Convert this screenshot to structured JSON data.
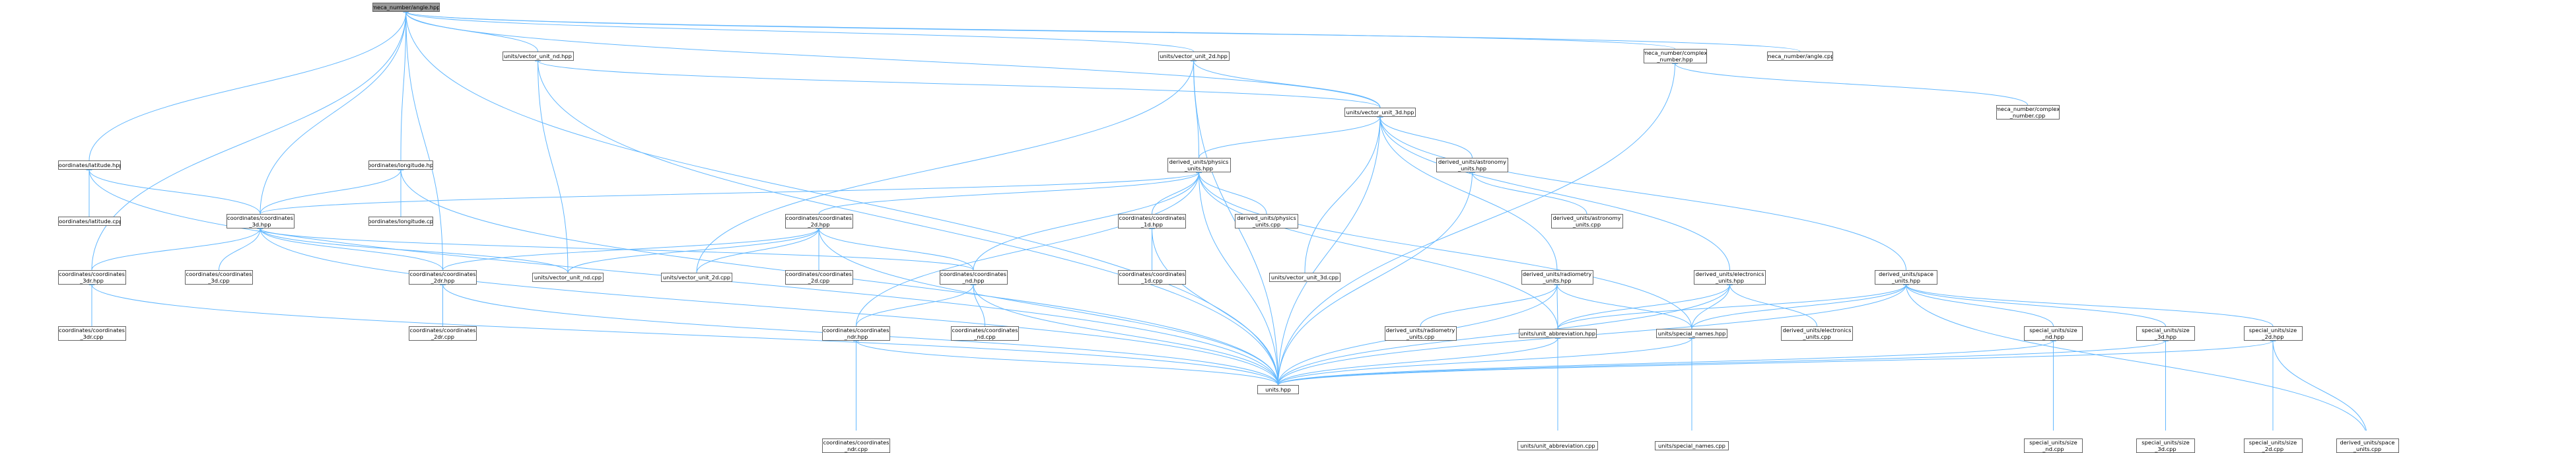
{
  "colors": {
    "edge": "#63b8ff",
    "root_fill": "#999999",
    "border": "#666666"
  },
  "nodes": {
    "root": "meca_number/angle.hpp",
    "vec_nd": "units/vector_unit_nd.hpp",
    "vec_2d": "units/vector_unit_2d.hpp",
    "complex": "meca_number/complex\n_number.hpp",
    "angle_cpp": "meca_number/angle.cpp",
    "vec_3d": "units/vector_unit_3d.hpp",
    "complex_cpp": "meca_number/complex\n_number.cpp",
    "latitude": "coordinates/latitude.hpp",
    "longitude": "coordinates/longitude.hpp",
    "physics": "derived_units/physics\n_units.hpp",
    "astronomy": "derived_units/astronomy\n_units.hpp",
    "latitude_cpp": "coordinates/latitude.cpp",
    "coord3d": "coordinates/coordinates\n_3d.hpp",
    "longitude_cpp": "coordinates/longitude.cpp",
    "coord2d": "coordinates/coordinates\n_2d.hpp",
    "coord1d": "coordinates/coordinates\n_1d.hpp",
    "physics_cpp": "derived_units/physics\n_units.cpp",
    "astronomy_cpp": "derived_units/astronomy\n_units.cpp",
    "coord3dr": "coordinates/coordinates\n_3dr.hpp",
    "coord3d_cpp": "coordinates/coordinates\n_3d.cpp",
    "coord2dr": "coordinates/coordinates\n_2dr.hpp",
    "vec_nd_cpp": "units/vector_unit_nd.cpp",
    "vec_2d_cpp": "units/vector_unit_2d.cpp",
    "coord2d_cpp": "coordinates/coordinates\n_2d.cpp",
    "coordnd": "coordinates/coordinates\n_nd.hpp",
    "coord1d_cpp": "coordinates/coordinates\n_1d.cpp",
    "vec_3d_cpp": "units/vector_unit_3d.cpp",
    "radiometry": "derived_units/radiometry\n_units.hpp",
    "electronics": "derived_units/electronics\n_units.hpp",
    "space": "derived_units/space\n_units.hpp",
    "coord3dr_cpp": "coordinates/coordinates\n_3dr.cpp",
    "coord2dr_cpp": "coordinates/coordinates\n_2dr.cpp",
    "coordndr": "coordinates/coordinates\n_ndr.hpp",
    "coordnd_cpp": "coordinates/coordinates\n_nd.cpp",
    "radiometry_cpp": "derived_units/radiometry\n_units.cpp",
    "unit_abbr": "units/unit_abbreviation.hpp",
    "special_names": "units/special_names.hpp",
    "electronics_cpp": "derived_units/electronics\n_units.cpp",
    "size_nd": "special_units/size\n_nd.hpp",
    "size_3d": "special_units/size\n_3d.hpp",
    "size_2d": "special_units/size\n_2d.hpp",
    "units_hpp": "units.hpp",
    "coordndr_cpp": "coordinates/coordinates\n_ndr.cpp",
    "unit_abbr_cpp": "units/unit_abbreviation.cpp",
    "special_names_cpp": "units/special_names.cpp",
    "size_nd_cpp": "special_units/size\n_nd.cpp",
    "size_3d_cpp": "special_units/size\n_3d.cpp",
    "size_2d_cpp": "special_units/size\n_2d.cpp",
    "space_cpp": "derived_units/space\n_units.cpp"
  },
  "edges": [
    [
      "root",
      "vec_nd"
    ],
    [
      "root",
      "vec_2d"
    ],
    [
      "root",
      "complex"
    ],
    [
      "root",
      "angle_cpp"
    ],
    [
      "root",
      "vec_3d"
    ],
    [
      "root",
      "latitude"
    ],
    [
      "root",
      "longitude"
    ],
    [
      "root",
      "coord3d"
    ],
    [
      "root",
      "coord2dr"
    ],
    [
      "root",
      "coord3dr"
    ],
    [
      "root",
      "units_hpp"
    ],
    [
      "vec_nd",
      "vec_3d"
    ],
    [
      "vec_nd",
      "vec_nd_cpp"
    ],
    [
      "vec_nd",
      "units_hpp"
    ],
    [
      "vec_2d",
      "vec_3d"
    ],
    [
      "vec_2d",
      "physics"
    ],
    [
      "vec_2d",
      "vec_2d_cpp"
    ],
    [
      "vec_2d",
      "units_hpp"
    ],
    [
      "complex",
      "complex_cpp"
    ],
    [
      "complex",
      "units_hpp"
    ],
    [
      "vec_3d",
      "physics"
    ],
    [
      "vec_3d",
      "astronomy"
    ],
    [
      "vec_3d",
      "radiometry"
    ],
    [
      "vec_3d",
      "electronics"
    ],
    [
      "vec_3d",
      "space"
    ],
    [
      "vec_3d",
      "vec_3d_cpp"
    ],
    [
      "vec_3d",
      "units_hpp"
    ],
    [
      "latitude",
      "latitude_cpp"
    ],
    [
      "latitude",
      "coord3d"
    ],
    [
      "latitude",
      "units_hpp"
    ],
    [
      "longitude",
      "longitude_cpp"
    ],
    [
      "longitude",
      "coord3d"
    ],
    [
      "longitude",
      "units_hpp"
    ],
    [
      "physics",
      "physics_cpp"
    ],
    [
      "physics",
      "coord2d"
    ],
    [
      "physics",
      "coord1d"
    ],
    [
      "physics",
      "coord3d"
    ],
    [
      "physics",
      "coordnd"
    ],
    [
      "physics",
      "coordndr"
    ],
    [
      "physics",
      "unit_abbr"
    ],
    [
      "physics",
      "special_names"
    ],
    [
      "physics",
      "units_hpp"
    ],
    [
      "astronomy",
      "astronomy_cpp"
    ],
    [
      "astronomy",
      "units_hpp"
    ],
    [
      "coord3d",
      "coord3d_cpp"
    ],
    [
      "coord3d",
      "coord3dr"
    ],
    [
      "coord3d",
      "coord2dr"
    ],
    [
      "coord3d",
      "vec_nd_cpp"
    ],
    [
      "coord3d",
      "coordnd"
    ],
    [
      "coord3d",
      "units_hpp"
    ],
    [
      "coord2d",
      "coord2d_cpp"
    ],
    [
      "coord2d",
      "coord2dr"
    ],
    [
      "coord2d",
      "coordnd"
    ],
    [
      "coord2d",
      "vec_nd_cpp"
    ],
    [
      "coord2d",
      "vec_2d_cpp"
    ],
    [
      "coord2d",
      "units_hpp"
    ],
    [
      "coord1d",
      "coord1d_cpp"
    ],
    [
      "coord1d",
      "units_hpp"
    ],
    [
      "coord3dr",
      "coord3dr_cpp"
    ],
    [
      "coord3dr",
      "units_hpp"
    ],
    [
      "coord2dr",
      "coord2dr_cpp"
    ],
    [
      "coord2dr",
      "units_hpp"
    ],
    [
      "coordnd",
      "coordnd_cpp"
    ],
    [
      "coordnd",
      "coordndr"
    ],
    [
      "coordnd",
      "units_hpp"
    ],
    [
      "coordndr",
      "coordndr_cpp"
    ],
    [
      "coordndr",
      "units_hpp"
    ],
    [
      "radiometry",
      "radiometry_cpp"
    ],
    [
      "radiometry",
      "unit_abbr"
    ],
    [
      "radiometry",
      "special_names"
    ],
    [
      "radiometry",
      "units_hpp"
    ],
    [
      "electronics",
      "electronics_cpp"
    ],
    [
      "electronics",
      "unit_abbr"
    ],
    [
      "electronics",
      "special_names"
    ],
    [
      "electronics",
      "units_hpp"
    ],
    [
      "space",
      "space_cpp"
    ],
    [
      "space",
      "size_nd"
    ],
    [
      "space",
      "size_3d"
    ],
    [
      "space",
      "size_2d"
    ],
    [
      "space",
      "unit_abbr"
    ],
    [
      "space",
      "special_names"
    ],
    [
      "space",
      "units_hpp"
    ],
    [
      "unit_abbr",
      "unit_abbr_cpp"
    ],
    [
      "unit_abbr",
      "units_hpp"
    ],
    [
      "special_names",
      "special_names_cpp"
    ],
    [
      "special_names",
      "units_hpp"
    ],
    [
      "size_nd",
      "size_nd_cpp"
    ],
    [
      "size_nd",
      "units_hpp"
    ],
    [
      "size_3d",
      "size_3d_cpp"
    ],
    [
      "size_3d",
      "units_hpp"
    ],
    [
      "size_2d",
      "size_2d_cpp"
    ],
    [
      "size_2d",
      "space_cpp"
    ],
    [
      "size_2d",
      "units_hpp"
    ]
  ]
}
